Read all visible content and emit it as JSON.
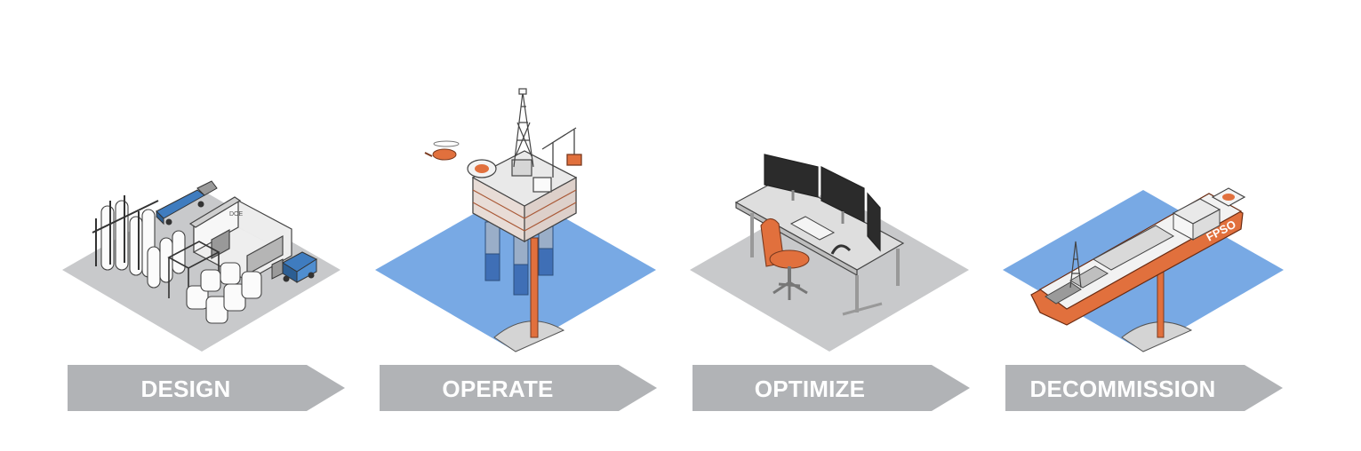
{
  "stages": [
    {
      "label": "DESIGN",
      "scene": "processing-plant"
    },
    {
      "label": "OPERATE",
      "scene": "offshore-platform"
    },
    {
      "label": "OPTIMIZE",
      "scene": "control-workstation"
    },
    {
      "label": "DECOMMISSION",
      "scene": "fpso-vessel"
    }
  ],
  "illustration_text": {
    "fpso_hull": "FPSO",
    "warehouse_sign": "DOE"
  },
  "colors": {
    "arrow": "#b1b3b6",
    "ground": "#c8c9cb",
    "water": "#78a9e4",
    "accent_orange": "#e1703d",
    "equipment_blue": "#3f7cbf",
    "outline": "#444444"
  }
}
